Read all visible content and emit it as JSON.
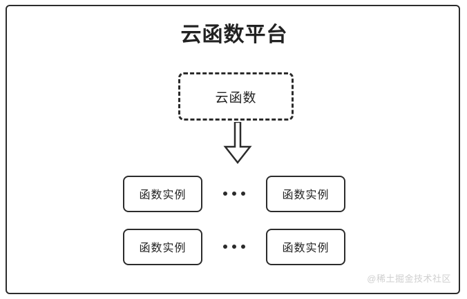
{
  "diagram": {
    "title": "云函数平台",
    "background_color": "#ffffff",
    "stroke_color": "#2b2b2b",
    "cloud_function": {
      "label": "云函数",
      "border_style": "dashed"
    },
    "arrow": {
      "icon": "down-block-arrow-icon",
      "direction": "down"
    },
    "ellipsis": "...",
    "instance_rows": [
      {
        "left": {
          "label": "函数实例"
        },
        "separator": "...",
        "right": {
          "label": "函数实例"
        }
      },
      {
        "left": {
          "label": "函数实例"
        },
        "separator": "...",
        "right": {
          "label": "函数实例"
        }
      }
    ],
    "watermark": "@稀土掘金技术社区"
  }
}
